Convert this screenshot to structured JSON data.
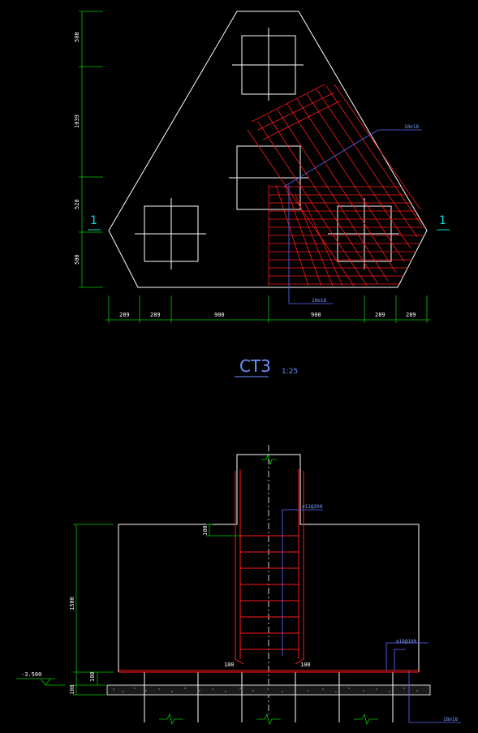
{
  "colors": {
    "background": "#000000",
    "outline": "#ffffff",
    "dimension": "#00c800",
    "rebar": "#ff1a1a",
    "leader": "#5a6cff",
    "section_mark": "#00e0e0"
  },
  "plan": {
    "title": "CT3",
    "scale": "1:25",
    "section_mark_left": "1",
    "section_mark_right": "1",
    "left_dims": [
      "500",
      "1039",
      "520",
      "500"
    ],
    "bottom_dims": [
      "289",
      "289",
      "900",
      "900",
      "289",
      "289"
    ],
    "rebar_label_top": "10⌀18",
    "rebar_label_bottom": "10⌀18"
  },
  "section": {
    "stirrup_label": "⌀12@200",
    "top_rebar_label": "⌀18@100",
    "bottom_rebar_label": "18⌀18",
    "elevation_label": "-3.500",
    "cover_left": "100",
    "cover_right": "100",
    "dim_top_offset": "100",
    "dim_height": "1500",
    "dim_bottom_gap": "100",
    "dim_cushion": "100"
  }
}
